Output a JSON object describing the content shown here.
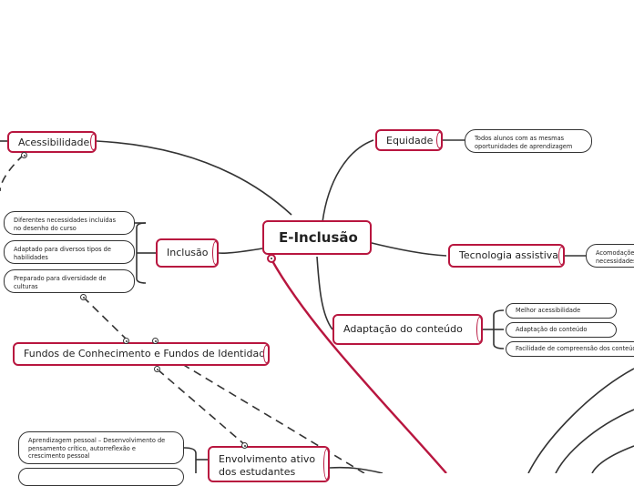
{
  "central": {
    "label": "E-Inclusão"
  },
  "nodes": {
    "acessibilidade": "Acessibilidade",
    "equidade": "Equidade",
    "equidade_note": "Todos alunos com as mesmas oportunidades de aprendizagem",
    "inclusao": "Inclusão",
    "inclusao_subs": [
      "Diferentes necessidades incluídas no desenho do curso",
      "Adaptado para diversos tipos de habilidades",
      "Preparado para diversidade de culturas"
    ],
    "tecnologia": "Tecnologia assistiva",
    "tecnologia_note": "Acomodações necessidades",
    "adaptacao": "Adaptação do conteúdo",
    "adaptacao_subs": [
      "Melhor acessibilidade",
      "Adaptação do conteúdo",
      "Facilidade de compreensão dos conteúdos"
    ],
    "fundos": "Fundos de Conhecimento e Fundos de Identidade",
    "envolvimento": "Envolvimento ativo dos estudantes",
    "aprendizagem_pessoal": "Aprendizagem pessoal – Desenvolvimento de pensamento crítico, autorreflexão e crescimento pessoal"
  },
  "colors": {
    "accent": "#b8163f",
    "line": "#333333"
  }
}
